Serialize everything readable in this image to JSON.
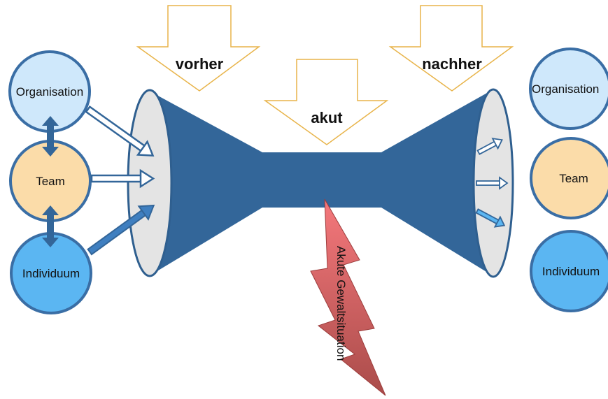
{
  "left_circles": {
    "organisation": "Organisation",
    "team": "Team",
    "individuum": "Individuum"
  },
  "right_circles": {
    "organisation": "Organisation",
    "team": "Team",
    "individuum": "Individuum"
  },
  "phases": {
    "before": "vorher",
    "acute": "akut",
    "after": "nachher"
  },
  "lightning": {
    "label": "Akute Gewaltsituation"
  },
  "colors": {
    "funnel_blue": "#336699",
    "circle_outline": "#3a6ea5",
    "organisation_fill": "#cfe8fb",
    "team_fill": "#fbdca9",
    "individuum_fill": "#5bb6f2",
    "ellipse_fill": "#e4e4e4",
    "phase_arrow_outline": "#e8b44a",
    "bolt_top": "#f2757a",
    "bolt_bottom": "#b0504e"
  }
}
